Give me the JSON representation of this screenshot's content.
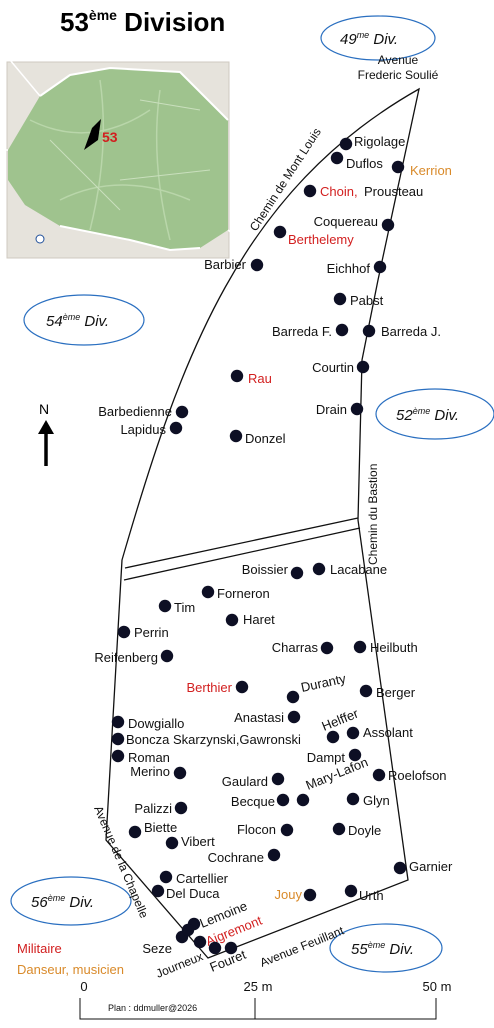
{
  "title": {
    "main": "53",
    "sup": "ème",
    "rest": " Division"
  },
  "minimap": {
    "label": "53"
  },
  "neighbors": [
    {
      "id": "49",
      "num": "49",
      "sup": "me",
      "word": " Div."
    },
    {
      "id": "54",
      "num": "54",
      "sup": "ème",
      "word": " Div."
    },
    {
      "id": "52",
      "num": "52",
      "sup": "ème",
      "word": " Div."
    },
    {
      "id": "56",
      "num": "56",
      "sup": "ème",
      "word": " Div."
    },
    {
      "id": "55",
      "num": "55",
      "sup": "ème",
      "word": " Div."
    }
  ],
  "roads": {
    "frederic_1": "Avenue",
    "frederic_2": "Frederic Soulié",
    "mont_louis": "Chemin de Mont Louis",
    "bastion": "Chemin du Bastion",
    "chapelle": "Avenue de la Chapelle",
    "feuillant": "Avenue Feuillant",
    "journeux": "Journeux"
  },
  "north": "N",
  "graves": [
    {
      "id": "rigolage",
      "name": "Rigolage",
      "type": "other"
    },
    {
      "id": "duflos",
      "name": "Duflos",
      "type": "other"
    },
    {
      "id": "kerrion",
      "name": "Kerrion",
      "type": "artist"
    },
    {
      "id": "choin",
      "name": "Choin,",
      "type": "military"
    },
    {
      "id": "prousteau",
      "name": "Prousteau",
      "type": "other"
    },
    {
      "id": "coquereau",
      "name": "Coquereau",
      "type": "other"
    },
    {
      "id": "berthelemy",
      "name": "Berthelemy",
      "type": "military"
    },
    {
      "id": "barbier",
      "name": "Barbier",
      "type": "other"
    },
    {
      "id": "eichhof",
      "name": "Eichhof",
      "type": "other"
    },
    {
      "id": "pabst",
      "name": "Pabst",
      "type": "other"
    },
    {
      "id": "barreda_f",
      "name": "Barreda F.",
      "type": "other"
    },
    {
      "id": "barreda_j",
      "name": "Barreda J.",
      "type": "other"
    },
    {
      "id": "courtin",
      "name": "Courtin",
      "type": "other"
    },
    {
      "id": "rau",
      "name": "Rau",
      "type": "military"
    },
    {
      "id": "drain",
      "name": "Drain",
      "type": "other"
    },
    {
      "id": "barbedienne",
      "name": "Barbedienne",
      "type": "other"
    },
    {
      "id": "lapidus",
      "name": "Lapidus",
      "type": "other"
    },
    {
      "id": "donzel",
      "name": "Donzel",
      "type": "other"
    },
    {
      "id": "boissier",
      "name": "Boissier",
      "type": "other"
    },
    {
      "id": "lacabane",
      "name": "Lacabane",
      "type": "other"
    },
    {
      "id": "forneron",
      "name": "Forneron",
      "type": "other"
    },
    {
      "id": "tim",
      "name": "Tim",
      "type": "other"
    },
    {
      "id": "haret",
      "name": "Haret",
      "type": "other"
    },
    {
      "id": "perrin",
      "name": "Perrin",
      "type": "other"
    },
    {
      "id": "charras",
      "name": "Charras",
      "type": "other"
    },
    {
      "id": "heilbuth",
      "name": "Heilbuth",
      "type": "other"
    },
    {
      "id": "reifenberg",
      "name": "Reifenberg",
      "type": "other"
    },
    {
      "id": "berthier",
      "name": "Berthier",
      "type": "military"
    },
    {
      "id": "duranty",
      "name": "Duranty",
      "type": "other"
    },
    {
      "id": "berger",
      "name": "Berger",
      "type": "other"
    },
    {
      "id": "dowgiallo",
      "name": "Dowgiallo",
      "type": "other"
    },
    {
      "id": "anastasi",
      "name": "Anastasi",
      "type": "other"
    },
    {
      "id": "helffer",
      "name": "Helffer",
      "type": "other"
    },
    {
      "id": "boncza",
      "name": "Boncza Skarzynski,Gawronski",
      "type": "other"
    },
    {
      "id": "assolant",
      "name": "Assolant",
      "type": "other"
    },
    {
      "id": "roman",
      "name": "Roman",
      "type": "other"
    },
    {
      "id": "dampt",
      "name": "Dampt",
      "type": "other"
    },
    {
      "id": "merino",
      "name": "Merino",
      "type": "other"
    },
    {
      "id": "marylafon",
      "name": "Mary-Lafon",
      "type": "other"
    },
    {
      "id": "roelofson",
      "name": "Roelofson",
      "type": "other"
    },
    {
      "id": "gaulard",
      "name": "Gaulard",
      "type": "other"
    },
    {
      "id": "becque",
      "name": "Becque",
      "type": "other"
    },
    {
      "id": "glyn",
      "name": "Glyn",
      "type": "other"
    },
    {
      "id": "palizzi",
      "name": "Palizzi",
      "type": "other"
    },
    {
      "id": "biette",
      "name": "Biette",
      "type": "other"
    },
    {
      "id": "vibert",
      "name": "Vibert",
      "type": "other"
    },
    {
      "id": "flocon",
      "name": "Flocon",
      "type": "other"
    },
    {
      "id": "doyle",
      "name": "Doyle",
      "type": "other"
    },
    {
      "id": "cochrane",
      "name": "Cochrane",
      "type": "other"
    },
    {
      "id": "garnier",
      "name": "Garnier",
      "type": "other"
    },
    {
      "id": "cartellier",
      "name": "Cartellier",
      "type": "other"
    },
    {
      "id": "delduca",
      "name": "Del Duca",
      "type": "other"
    },
    {
      "id": "jouy",
      "name": "Jouy",
      "type": "artist"
    },
    {
      "id": "urth",
      "name": "Urth",
      "type": "other"
    },
    {
      "id": "lemoine",
      "name": "Lemoine",
      "type": "other"
    },
    {
      "id": "aigremont",
      "name": "Aigremont",
      "type": "military"
    },
    {
      "id": "seze",
      "name": "Seze",
      "type": "other"
    },
    {
      "id": "fouret",
      "name": "Fouret",
      "type": "other"
    }
  ],
  "legend": {
    "military": "Militaire",
    "artist": "Danseur, musicien"
  },
  "scale": {
    "zero": "0",
    "mid": "25 m",
    "end": "50 m"
  },
  "credit": "Plan : ddmuller@2026",
  "colors": {
    "military": "#d21f1f",
    "artist": "#d98a2a",
    "text": "#111111",
    "dot": "#0d0f24",
    "park": "#9fc38e"
  }
}
